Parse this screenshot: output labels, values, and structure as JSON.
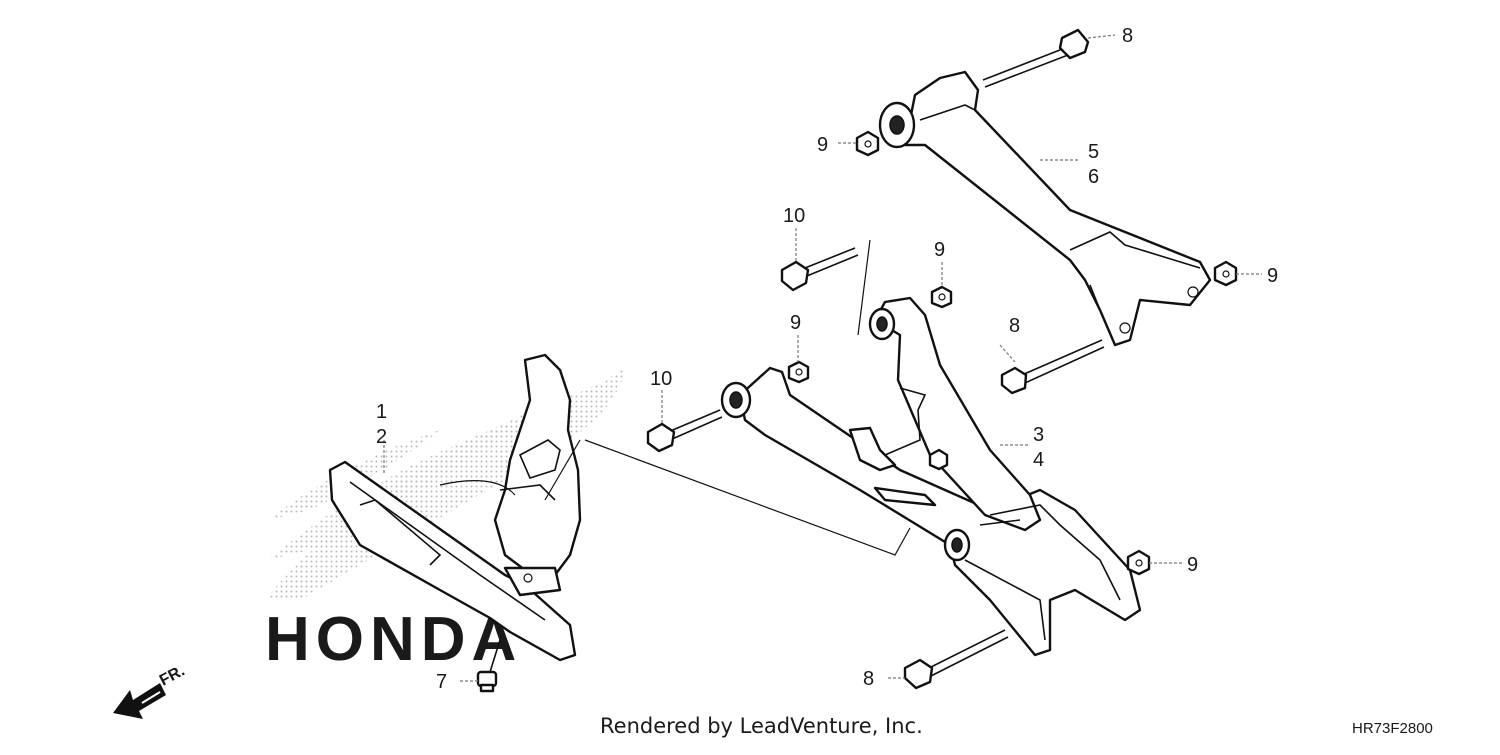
{
  "callouts": {
    "c1": "1",
    "c2": "2",
    "c3": "3",
    "c4": "4",
    "c5": "5",
    "c6": "6",
    "c7": "7",
    "c8a": "8",
    "c8b": "8",
    "c8c": "8",
    "c9a": "9",
    "c9b": "9",
    "c9c": "9",
    "c9d": "9",
    "c9e": "9",
    "c10a": "10",
    "c10b": "10"
  },
  "footer": {
    "credit": "Rendered by LeadVenture, Inc.",
    "code": "HR73F2800"
  },
  "direction": {
    "label": "FR."
  },
  "watermark": {
    "brand": "HONDA"
  },
  "icons": {
    "front_arrow": "arrow-down-left-icon"
  }
}
